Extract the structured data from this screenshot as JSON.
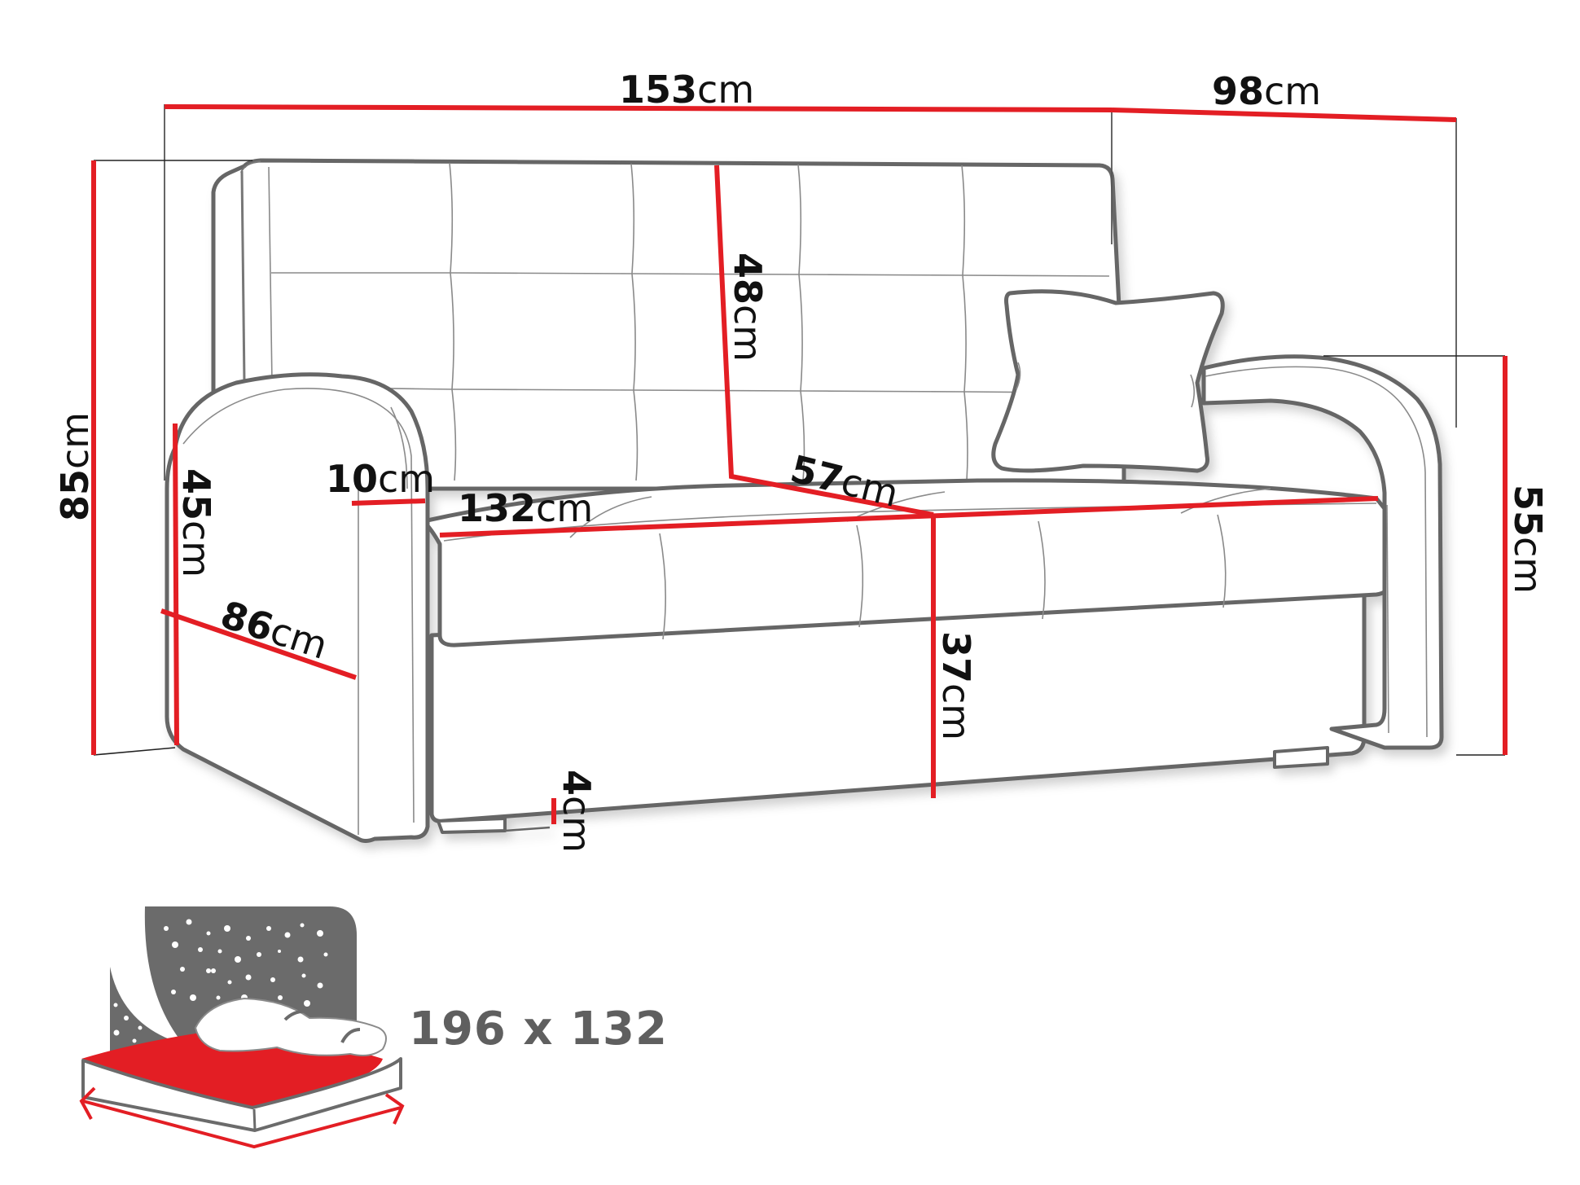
{
  "diagram": {
    "subject": "Sofa bed dimension drawing",
    "colors": {
      "dimension_line": "#e31e24",
      "outline": "#666666",
      "text": "#111111",
      "bed_icon_gray": "#6b6b6b",
      "bed_icon_red": "#e31e24",
      "bed_text": "#5f5f5f"
    },
    "dimensions": {
      "overall_width": {
        "value": "153",
        "unit": "cm"
      },
      "overall_depth": {
        "value": "98",
        "unit": "cm"
      },
      "overall_height": {
        "value": "85",
        "unit": "cm"
      },
      "arm_height": {
        "value": "55",
        "unit": "cm"
      },
      "backrest_height": {
        "value": "48",
        "unit": "cm"
      },
      "seat_depth": {
        "value": "57",
        "unit": "cm"
      },
      "seat_width": {
        "value": "132",
        "unit": "cm"
      },
      "arm_width": {
        "value": "10",
        "unit": "cm"
      },
      "arm_front_height": {
        "value": "45",
        "unit": "cm"
      },
      "arm_depth": {
        "value": "86",
        "unit": "cm"
      },
      "seat_height": {
        "value": "37",
        "unit": "cm"
      },
      "leg_height": {
        "value": "4",
        "unit": "cm"
      }
    },
    "sleeping_area": {
      "icon": "bed-night-stars-icon",
      "label": "196 x 132"
    }
  }
}
